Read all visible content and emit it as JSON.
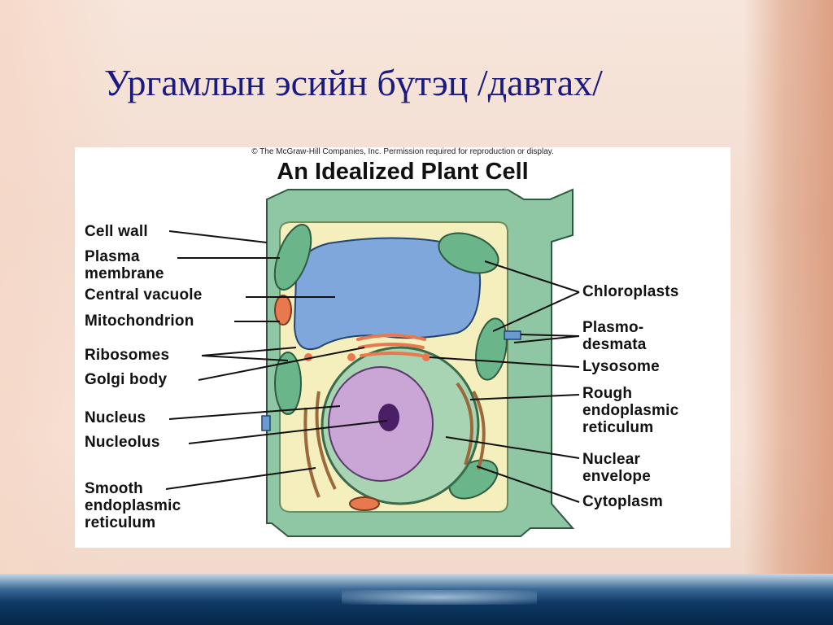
{
  "slide": {
    "title": "Ургамлын эсийн бүтэц  /давтах/"
  },
  "figure": {
    "copyright": "© The McGraw-Hill Companies, Inc. Permission required for reproduction or display.",
    "title": "An Idealized Plant Cell",
    "labels_left": [
      "Cell wall",
      "Plasma\nmembrane",
      "Central vacuole",
      "Mitochondrion",
      "Ribosomes",
      "Golgi body",
      "Nucleus",
      "Nucleolus",
      "Smooth\nendoplasmic\nreticulum"
    ],
    "labels_right": [
      "Chloroplasts",
      "Plasmo-\ndesmata",
      "Lysosome",
      "Rough\nendoplasmic\nreticulum",
      "Nuclear\nenvelope",
      "Cytoplasm"
    ]
  },
  "colors": {
    "title_text": "#1a1a80",
    "cell_wall": "#8fc7a4",
    "cytoplasm": "#f5eebd",
    "vacuole": "#7fa7dc",
    "chloroplast": "#6bb58a",
    "nucleus": "#c9a6d6",
    "nucleolus": "#4b1f66",
    "organelle": "#e8794f"
  }
}
